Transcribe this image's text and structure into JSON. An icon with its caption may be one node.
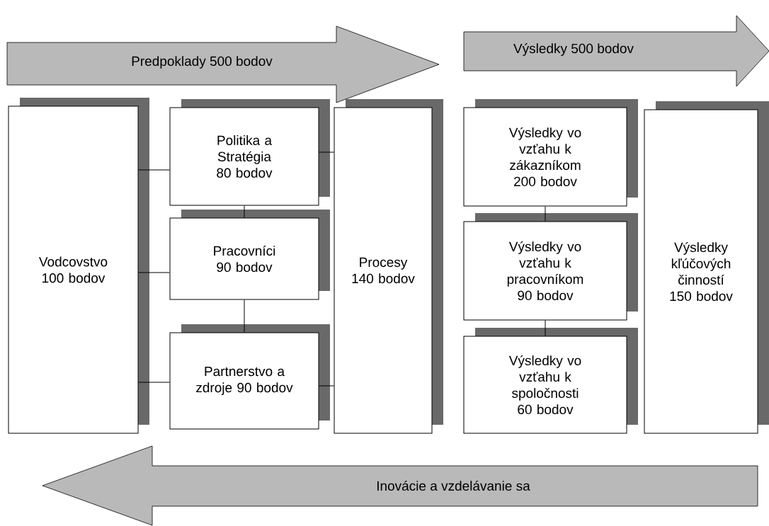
{
  "diagram": {
    "nodes": [
      {
        "text": [
          "Predpoklady 500 bodov"
        ]
      },
      {
        "text": [
          "Výsledky 500 bodov"
        ]
      },
      {
        "text": [
          "Vodcovstvo 100 bodov"
        ]
      },
      {
        "text": [
          "Politika a Stratégia 80 bodov"
        ]
      },
      {
        "text": [
          "Pracovníci 90 bodov"
        ]
      },
      {
        "text": [
          "Partnerstvo a zdroje 90 bodov"
        ]
      },
      {
        "text": [
          "Procesy 140 bodov"
        ]
      },
      {
        "text": [
          "Výsledky vo vzťahu k zákazníkom 200 bodov"
        ]
      },
      {
        "text": [
          "Výsledky vo vzťahu k pracovníkom 90 bodov"
        ]
      },
      {
        "text": [
          "Výsledky vo vzťahu k spoločnosti 60 bodov"
        ]
      },
      {
        "text": [
          "Výsledky kľúčových činností 150 bodov"
        ]
      },
      {
        "text": [
          "Inovácie a vzdelávanie sa"
        ]
      }
    ],
    "edges": [
      {
        "from": 2,
        "to": 3,
        "arrow": "none"
      },
      {
        "from": 2,
        "to": 4,
        "arrow": "none"
      },
      {
        "from": 2,
        "to": 5,
        "arrow": "none"
      },
      {
        "from": 3,
        "to": 4,
        "arrow": "none"
      },
      {
        "from": 4,
        "to": 5,
        "arrow": "none"
      },
      {
        "from": 3,
        "to": 6,
        "arrow": "none"
      },
      {
        "from": 5,
        "to": 6,
        "arrow": "none"
      },
      {
        "from": 7,
        "to": 8,
        "arrow": "none"
      },
      {
        "from": 8,
        "to": 9,
        "arrow": "none"
      }
    ]
  }
}
